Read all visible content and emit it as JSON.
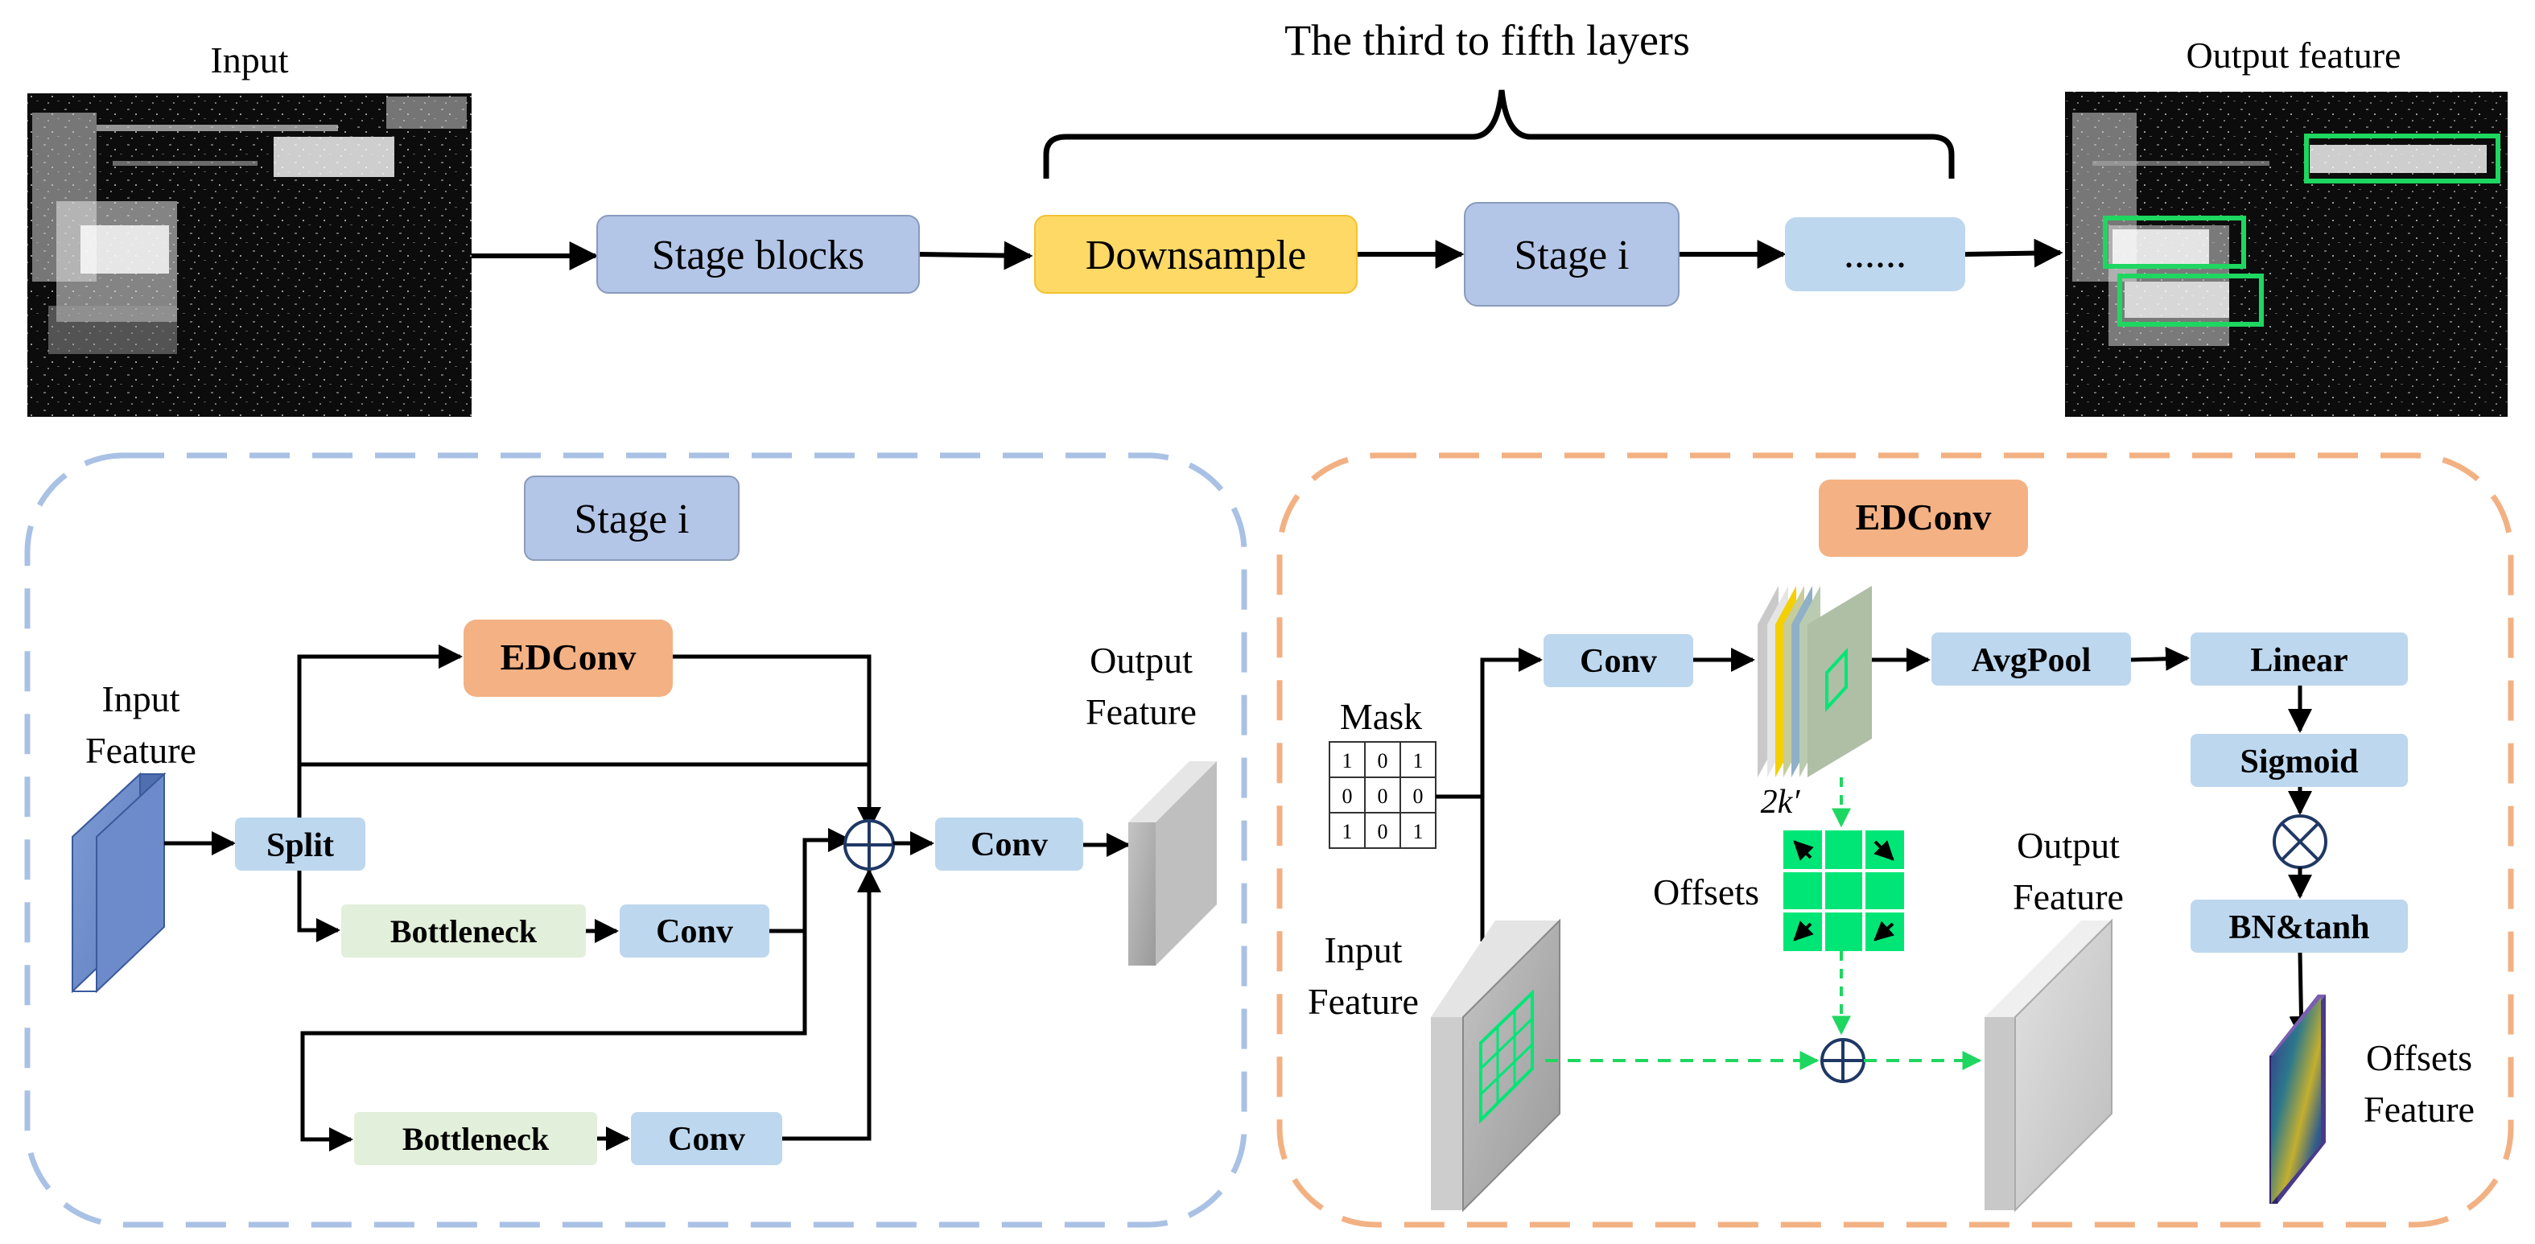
{
  "top": {
    "input_label": "Input",
    "output_label": "Output feature",
    "brace_label": "The third to fifth layers",
    "stage_blocks": "Stage blocks",
    "downsample": "Downsample",
    "stage_i": "Stage i",
    "ellipsis": "......"
  },
  "left_panel": {
    "title": "Stage i",
    "input_line1": "Input",
    "input_line2": "Feature",
    "output_line1": "Output",
    "output_line2": "Feature",
    "edconv": "EDConv",
    "split": "Split",
    "bottleneck_1": "Bottleneck",
    "conv_1": "Conv",
    "bottleneck_2": "Bottleneck",
    "conv_2": "Conv",
    "conv_out": "Conv"
  },
  "right_panel": {
    "title": "EDConv",
    "mask_label": "Mask",
    "mask_values": [
      [
        "1",
        "0",
        "1"
      ],
      [
        "0",
        "0",
        "0"
      ],
      [
        "1",
        "0",
        "1"
      ]
    ],
    "conv": "Conv",
    "avgpool": "AvgPool",
    "linear": "Linear",
    "sigmoid": "Sigmoid",
    "bn_tanh": "BN&tanh",
    "twok": "2k′",
    "offsets": "Offsets",
    "input_line1": "Input",
    "input_line2": "Feature",
    "output_line1": "Output",
    "output_line2": "Feature",
    "offsets_feat_line1": "Offsets",
    "offsets_feat_line2": "Feature"
  },
  "colors": {
    "stage_blue": "#b4c6e7",
    "light_blue": "#bdd7ee",
    "orange": "#f4b183",
    "yellow": "#ffd966",
    "green_box": "#e2efda",
    "offset_green": "#00e676",
    "left_border": "#a9c1e4",
    "right_border": "#f2b183"
  }
}
